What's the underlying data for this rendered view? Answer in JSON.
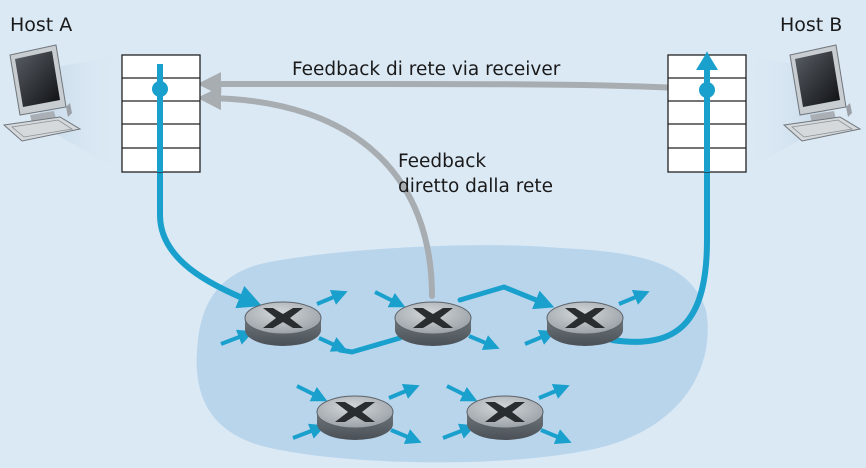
{
  "hosts": {
    "a_label": "Host A",
    "b_label": "Host B"
  },
  "feedback": {
    "receiver_label": "Feedback di rete via receiver",
    "direct_line1": "Feedback",
    "direct_line2": "diretto dalla rete"
  },
  "colors": {
    "background": "#dbe9f5",
    "network_cloud": "#b9d5ec",
    "data_path": "#1aa0cc",
    "feedback_path": "#a8adb1",
    "router_body": "#9ba1a6",
    "buffer_border": "#222222"
  },
  "icons": {
    "host": "computer-icon",
    "router": "router-icon",
    "buffer": "buffer-queue-icon"
  }
}
